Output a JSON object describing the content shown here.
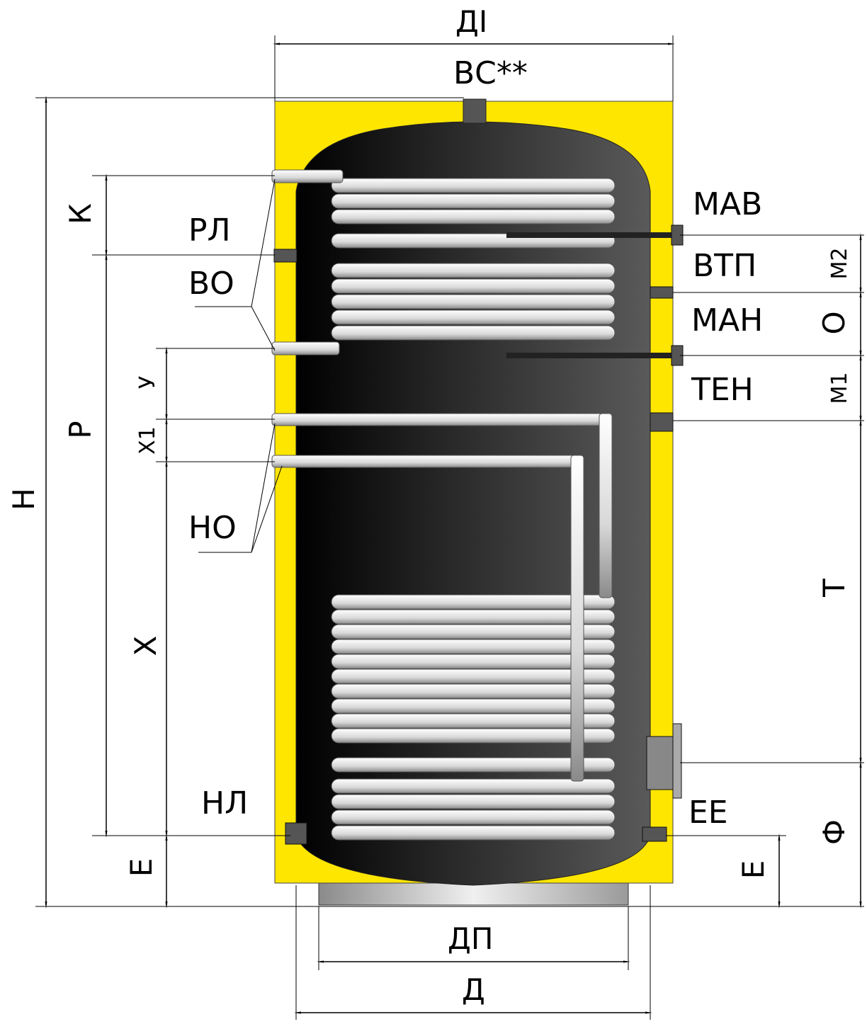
{
  "connections": {
    "top": "ВС**",
    "mav": "МАВ",
    "vtp": "ВТП",
    "man": "МАН",
    "ten": "ТЕН",
    "ee": "ЕЕ",
    "rl": "РЛ",
    "vo": "ВО",
    "no": "НО",
    "nl": "НЛ"
  },
  "dimensions": {
    "outer_diameter": "ДІ",
    "height": "Н",
    "k": "К",
    "p": "Р",
    "u": "У",
    "x1": "Х1",
    "x": "Х",
    "e_left": "Е",
    "e_right": "Е",
    "m2": "М2",
    "o": "О",
    "m1": "М1",
    "t": "Т",
    "f": "Ф",
    "stand_diameter": "ДП",
    "tank_diameter": "Д"
  },
  "colors": {
    "insulation": "#ffe600",
    "tank": "#3a3a3a",
    "coil": "#e6e6e6"
  }
}
